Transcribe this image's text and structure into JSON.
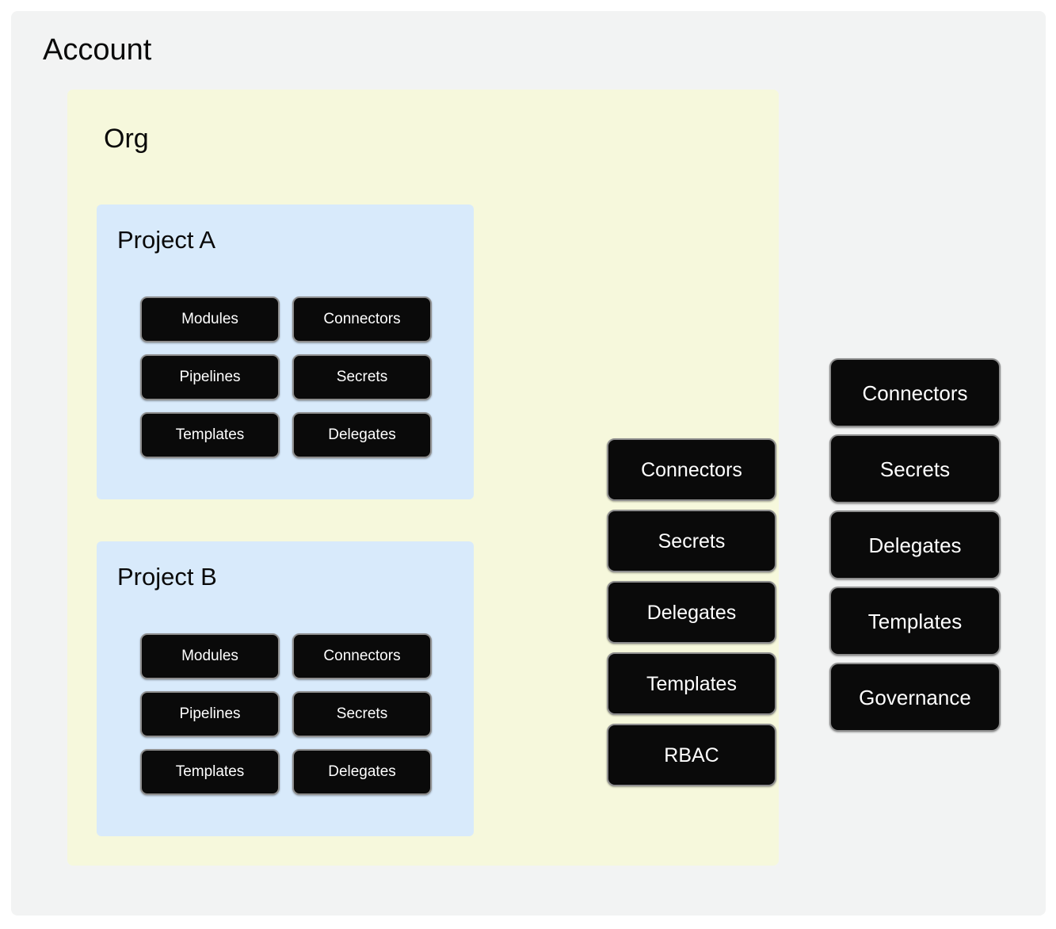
{
  "diagram": {
    "title": "Account",
    "account": {
      "label": "Account",
      "background_color": "#f2f3f3",
      "resources": [
        {
          "label": "Connectors"
        },
        {
          "label": "Secrets"
        },
        {
          "label": "Delegates"
        },
        {
          "label": "Templates"
        },
        {
          "label": "Governance"
        }
      ]
    },
    "org": {
      "label": "Org",
      "background_color": "#f6f8dc",
      "resources": [
        {
          "label": "Connectors"
        },
        {
          "label": "Secrets"
        },
        {
          "label": "Delegates"
        },
        {
          "label": "Templates"
        },
        {
          "label": "RBAC"
        }
      ]
    },
    "projects": [
      {
        "label": "Project A",
        "background_color": "#d8eafb",
        "resources": [
          {
            "label": "Modules"
          },
          {
            "label": "Connectors"
          },
          {
            "label": "Pipelines"
          },
          {
            "label": "Secrets"
          },
          {
            "label": "Templates"
          },
          {
            "label": "Delegates"
          }
        ]
      },
      {
        "label": "Project B",
        "background_color": "#d8eafb",
        "resources": [
          {
            "label": "Modules"
          },
          {
            "label": "Connectors"
          },
          {
            "label": "Pipelines"
          },
          {
            "label": "Secrets"
          },
          {
            "label": "Templates"
          },
          {
            "label": "Delegates"
          }
        ]
      }
    ],
    "colors": {
      "chip_fill": "#0a0a0a",
      "chip_text": "#ffffff",
      "chip_border": "#8e8e8e",
      "page_background": "#ffffff",
      "text": "#0a0a0a"
    }
  }
}
